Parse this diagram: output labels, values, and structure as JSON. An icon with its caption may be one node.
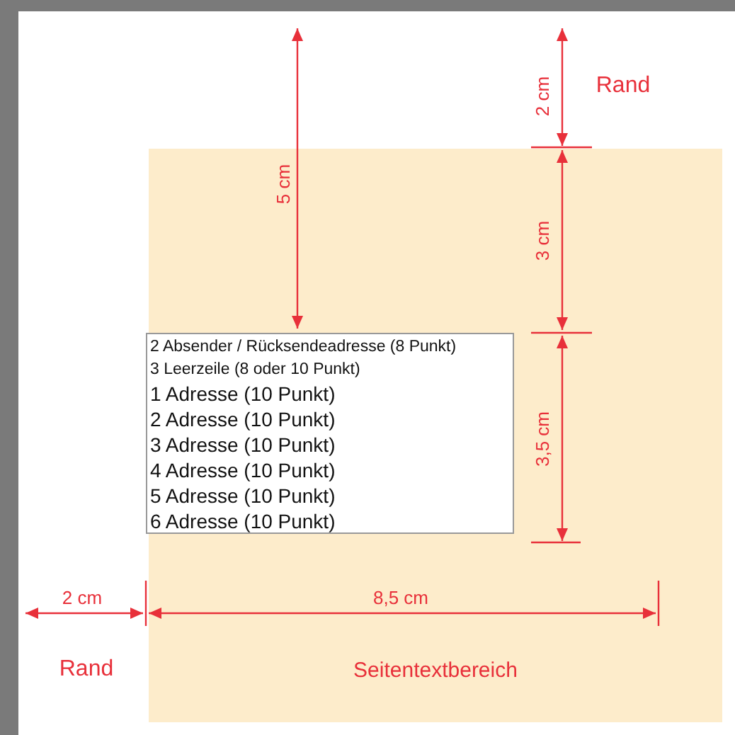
{
  "diagram": {
    "nodes": [
      {
        "text": [
          "Seitentextbereich"
        ]
      },
      {
        "text": [
          "2 Absender / Rücksendeadresse (8 Punkt)",
          "3 Leerzeile (8 oder 10 Punkt)",
          "1 Adresse (10 Punkt)",
          "2 Adresse (10 Punkt)",
          "3 Adresse (10 Punkt)",
          "4 Adresse (10 Punkt)",
          "5 Adresse (10 Punkt)",
          "6 Adresse (10 Punkt)"
        ],
        "in": 0
      }
    ],
    "labels": [
      "5 cm",
      "2 cm",
      "Rand",
      "3 cm",
      "3,5 cm",
      "2 cm",
      "8,5 cm",
      "Rand"
    ]
  }
}
